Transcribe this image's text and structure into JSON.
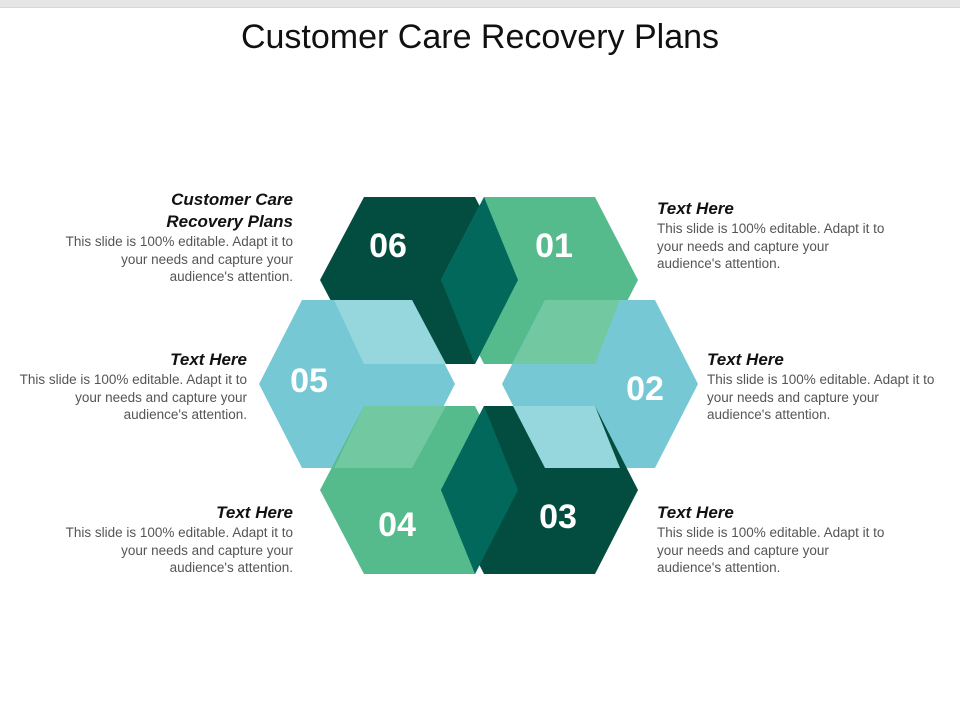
{
  "slide": {
    "title": "Customer Care Recovery Plans"
  },
  "colors": {
    "dark_teal": "#024d40",
    "mid_green": "#56bb8c",
    "light_blue": "#76c9d4",
    "overlap_dark": "#02685c",
    "overlap_light_blue": "#96d7de",
    "overlap_green_blue": "#71c8a1"
  },
  "hexagons": [
    {
      "number": "01",
      "color": "#56bb8c"
    },
    {
      "number": "02",
      "color": "#76c9d4"
    },
    {
      "number": "03",
      "color": "#024d40"
    },
    {
      "number": "04",
      "color": "#56bb8c"
    },
    {
      "number": "05",
      "color": "#76c9d4"
    },
    {
      "number": "06",
      "color": "#024d40"
    }
  ],
  "callouts": {
    "top_left": {
      "heading_line1": "Customer Care",
      "heading_line2": "Recovery Plans",
      "body": "This slide is 100% editable. Adapt it to your needs and capture your audience's attention."
    },
    "top_right": {
      "heading": "Text Here",
      "body": "This slide is 100% editable. Adapt it to your needs and capture your audience's attention."
    },
    "mid_left": {
      "heading": "Text Here",
      "body": "This slide is 100% editable. Adapt it to your needs and capture your audience's attention."
    },
    "mid_right": {
      "heading": "Text Here",
      "body": "This slide is 100% editable. Adapt it to your needs and capture your audience's attention."
    },
    "bottom_left": {
      "heading": "Text Here",
      "body": "This slide is 100% editable. Adapt it to your needs and capture your audience's attention."
    },
    "bottom_right": {
      "heading": "Text Here",
      "body": "This slide is 100% editable. Adapt it to your needs and capture your audience's attention."
    }
  }
}
